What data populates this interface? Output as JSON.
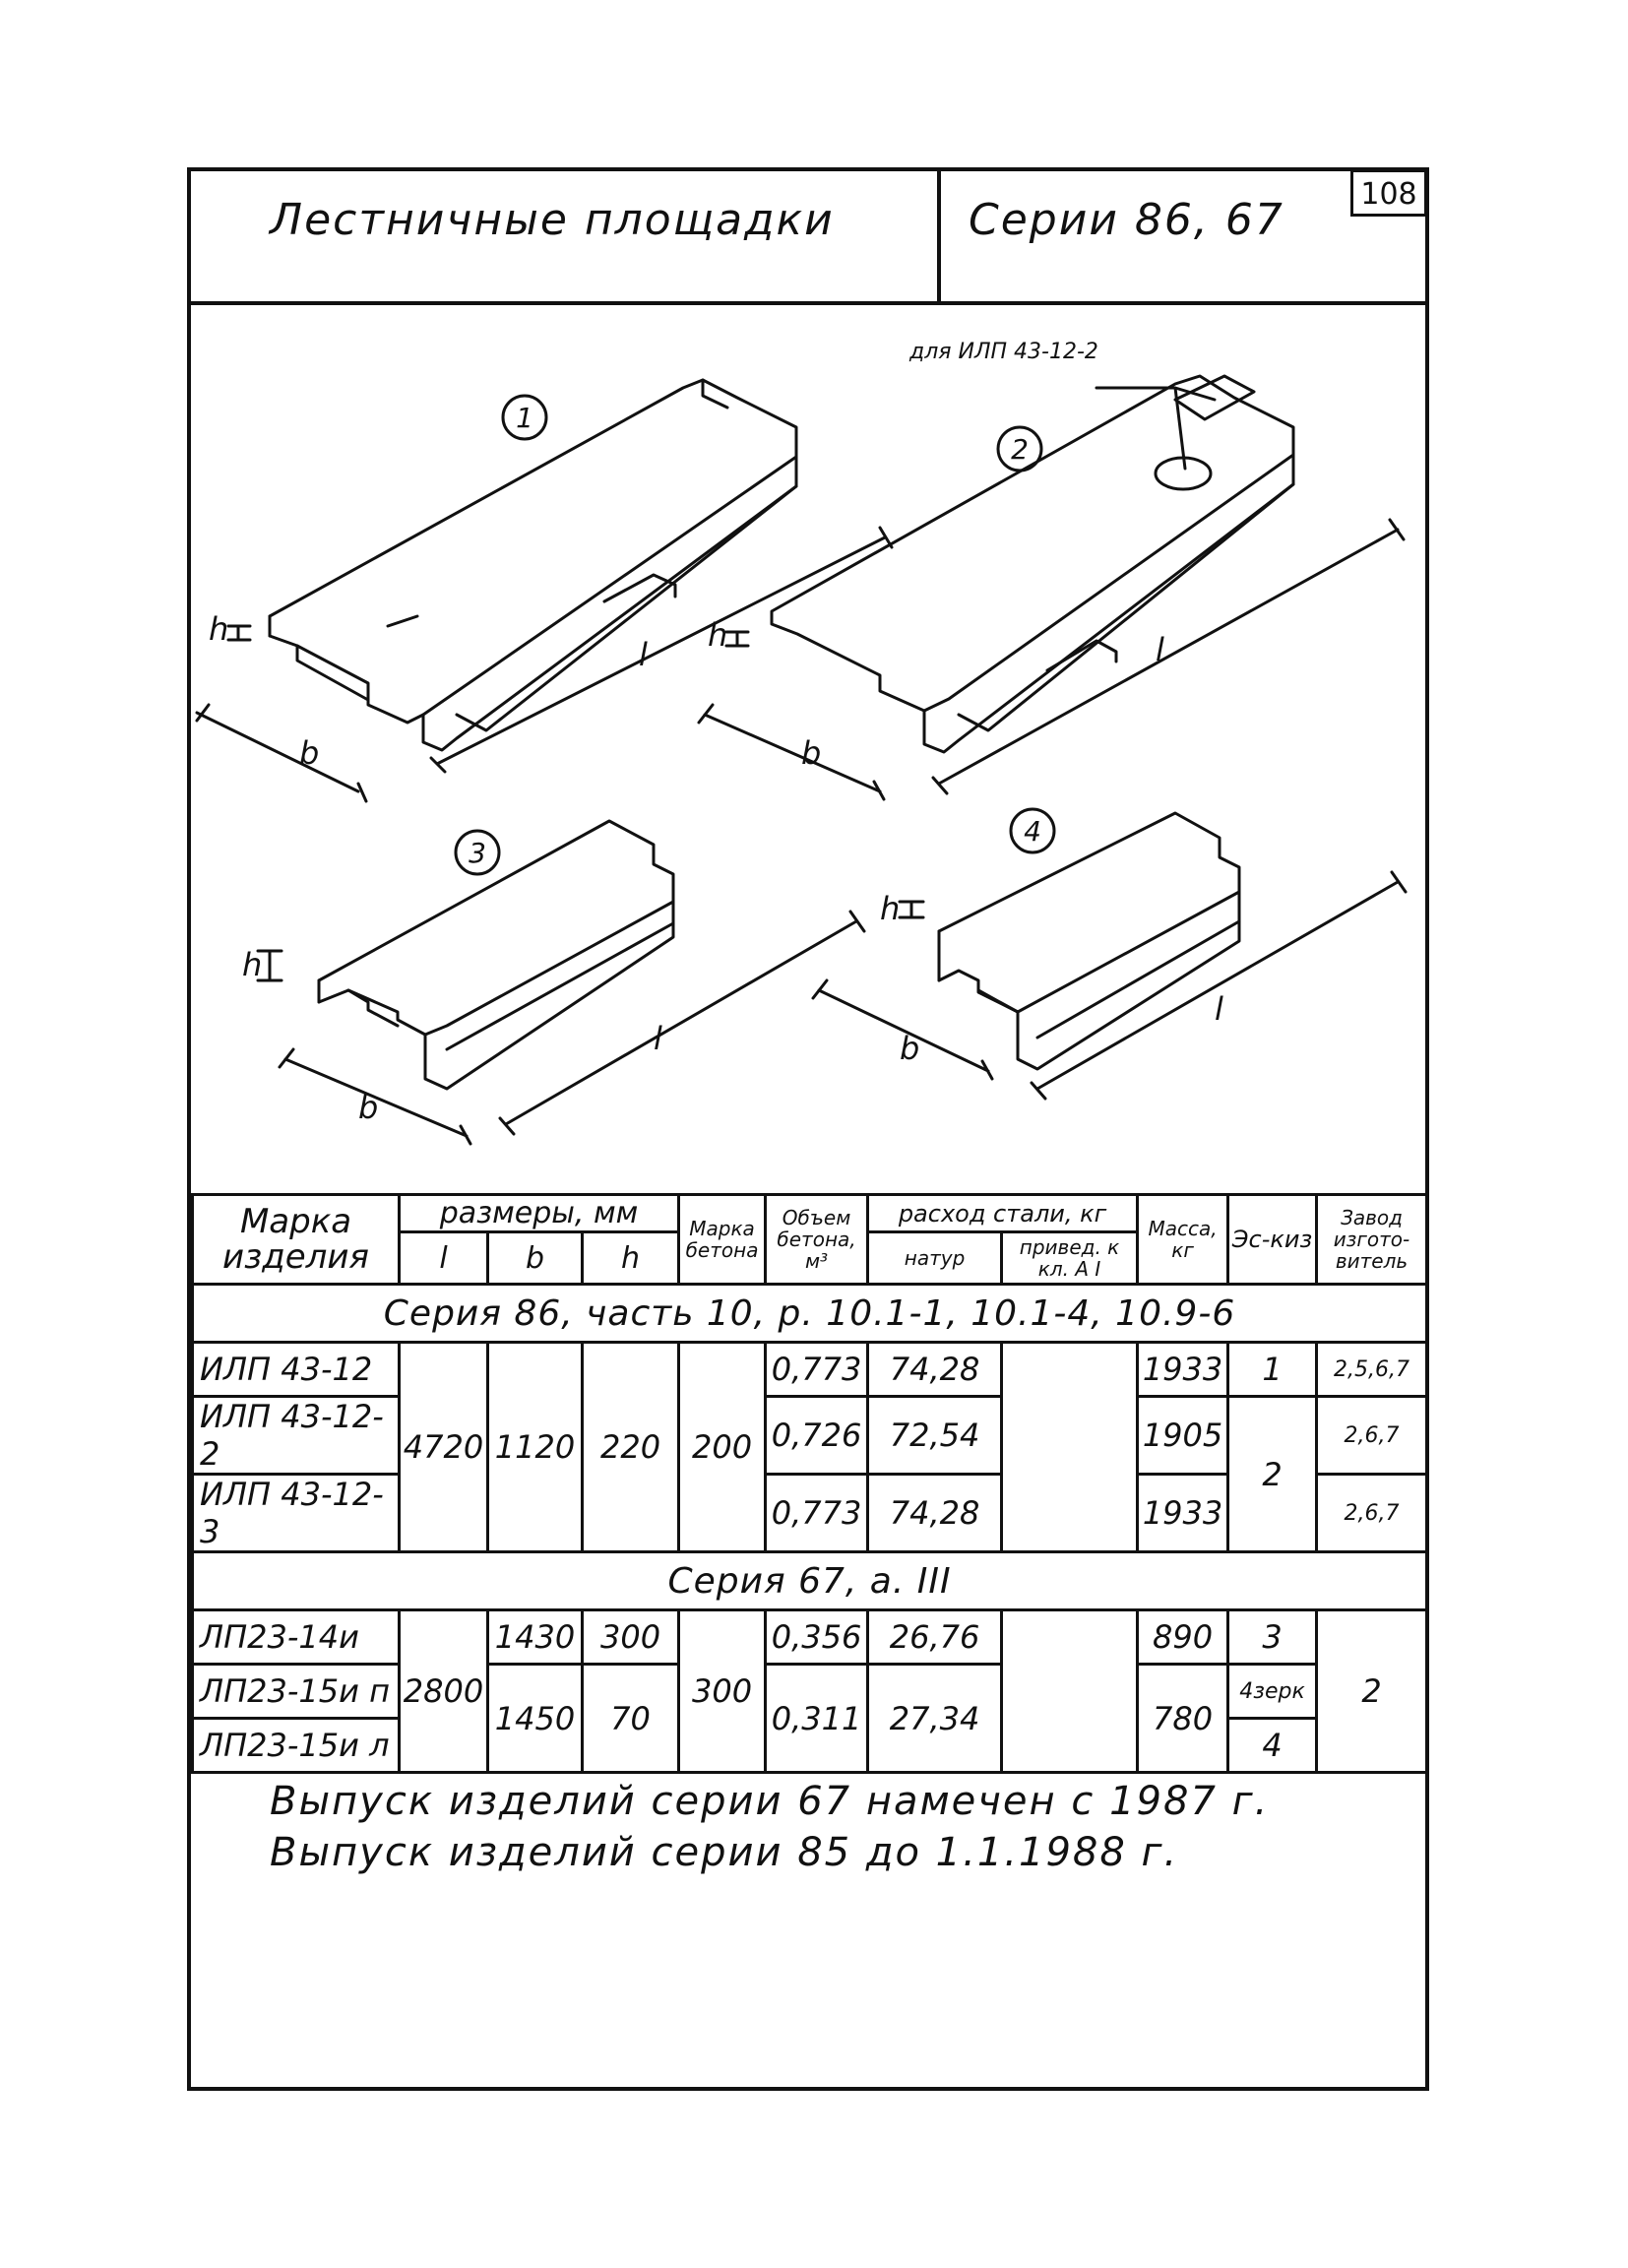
{
  "header": {
    "title": "Лестничные площадки",
    "series": "Серии 86, 67",
    "sheet_number": "108"
  },
  "drawings": {
    "labels": {
      "n1": "1",
      "n2": "2",
      "n3": "3",
      "n4": "4"
    },
    "hole_note": "для ИЛП 43-12-2",
    "dim_h": "h",
    "dim_b": "b",
    "dim_l": "l"
  },
  "table": {
    "headers": {
      "mark": "Марка изделия",
      "dims": "размеры, мм",
      "l": "l",
      "b": "b",
      "h": "h",
      "concrete_grade": "Марка бетона",
      "volume": "Объем бетона, м³",
      "steel": "расход стали, кг",
      "steel_natur": "натур",
      "steel_reduced": "привед. к кл. А I",
      "mass": "Масса, кг",
      "sketch": "Эс-киз",
      "plant": "Завод изгото-витель"
    },
    "series86_title": "Серия 86, часть 10, р. 10.1-1, 10.1-4, 10.9-6",
    "series86": {
      "l": "4720",
      "b": "1120",
      "h": "220",
      "concrete": "200",
      "rows": [
        {
          "mark": "ИЛП 43-12",
          "volume": "0,773",
          "steel": "74,28",
          "mass": "1933",
          "plant": "2,5,6,7"
        },
        {
          "mark": "ИЛП 43-12-2",
          "volume": "0,726",
          "steel": "72,54",
          "mass": "1905",
          "plant": "2,6,7"
        },
        {
          "mark": "ИЛП 43-12-3",
          "volume": "0,773",
          "steel": "74,28",
          "mass": "1933",
          "plant": "2,6,7"
        }
      ],
      "sketch1": "1",
      "sketch23": "2"
    },
    "series67_title": "Серия 67, а. III",
    "series67": {
      "l": "2800",
      "concrete": "300",
      "plant": "2",
      "row1": {
        "mark": "ЛП23-14и",
        "b": "1430",
        "h": "300",
        "volume": "0,356",
        "steel": "26,76",
        "mass": "890",
        "sketch": "3"
      },
      "row2": {
        "mark": "ЛП23-15и п",
        "sketch": "4зерк"
      },
      "row3": {
        "mark": "ЛП23-15и л",
        "sketch": "4"
      },
      "row23": {
        "b": "1450",
        "h": "70",
        "volume": "0,311",
        "steel": "27,34",
        "mass": "780"
      }
    }
  },
  "notes": [
    "Выпуск изделий серии 67 намечен с 1987 г.",
    "Выпуск изделий серии 85 до 1.1.1988 г."
  ]
}
